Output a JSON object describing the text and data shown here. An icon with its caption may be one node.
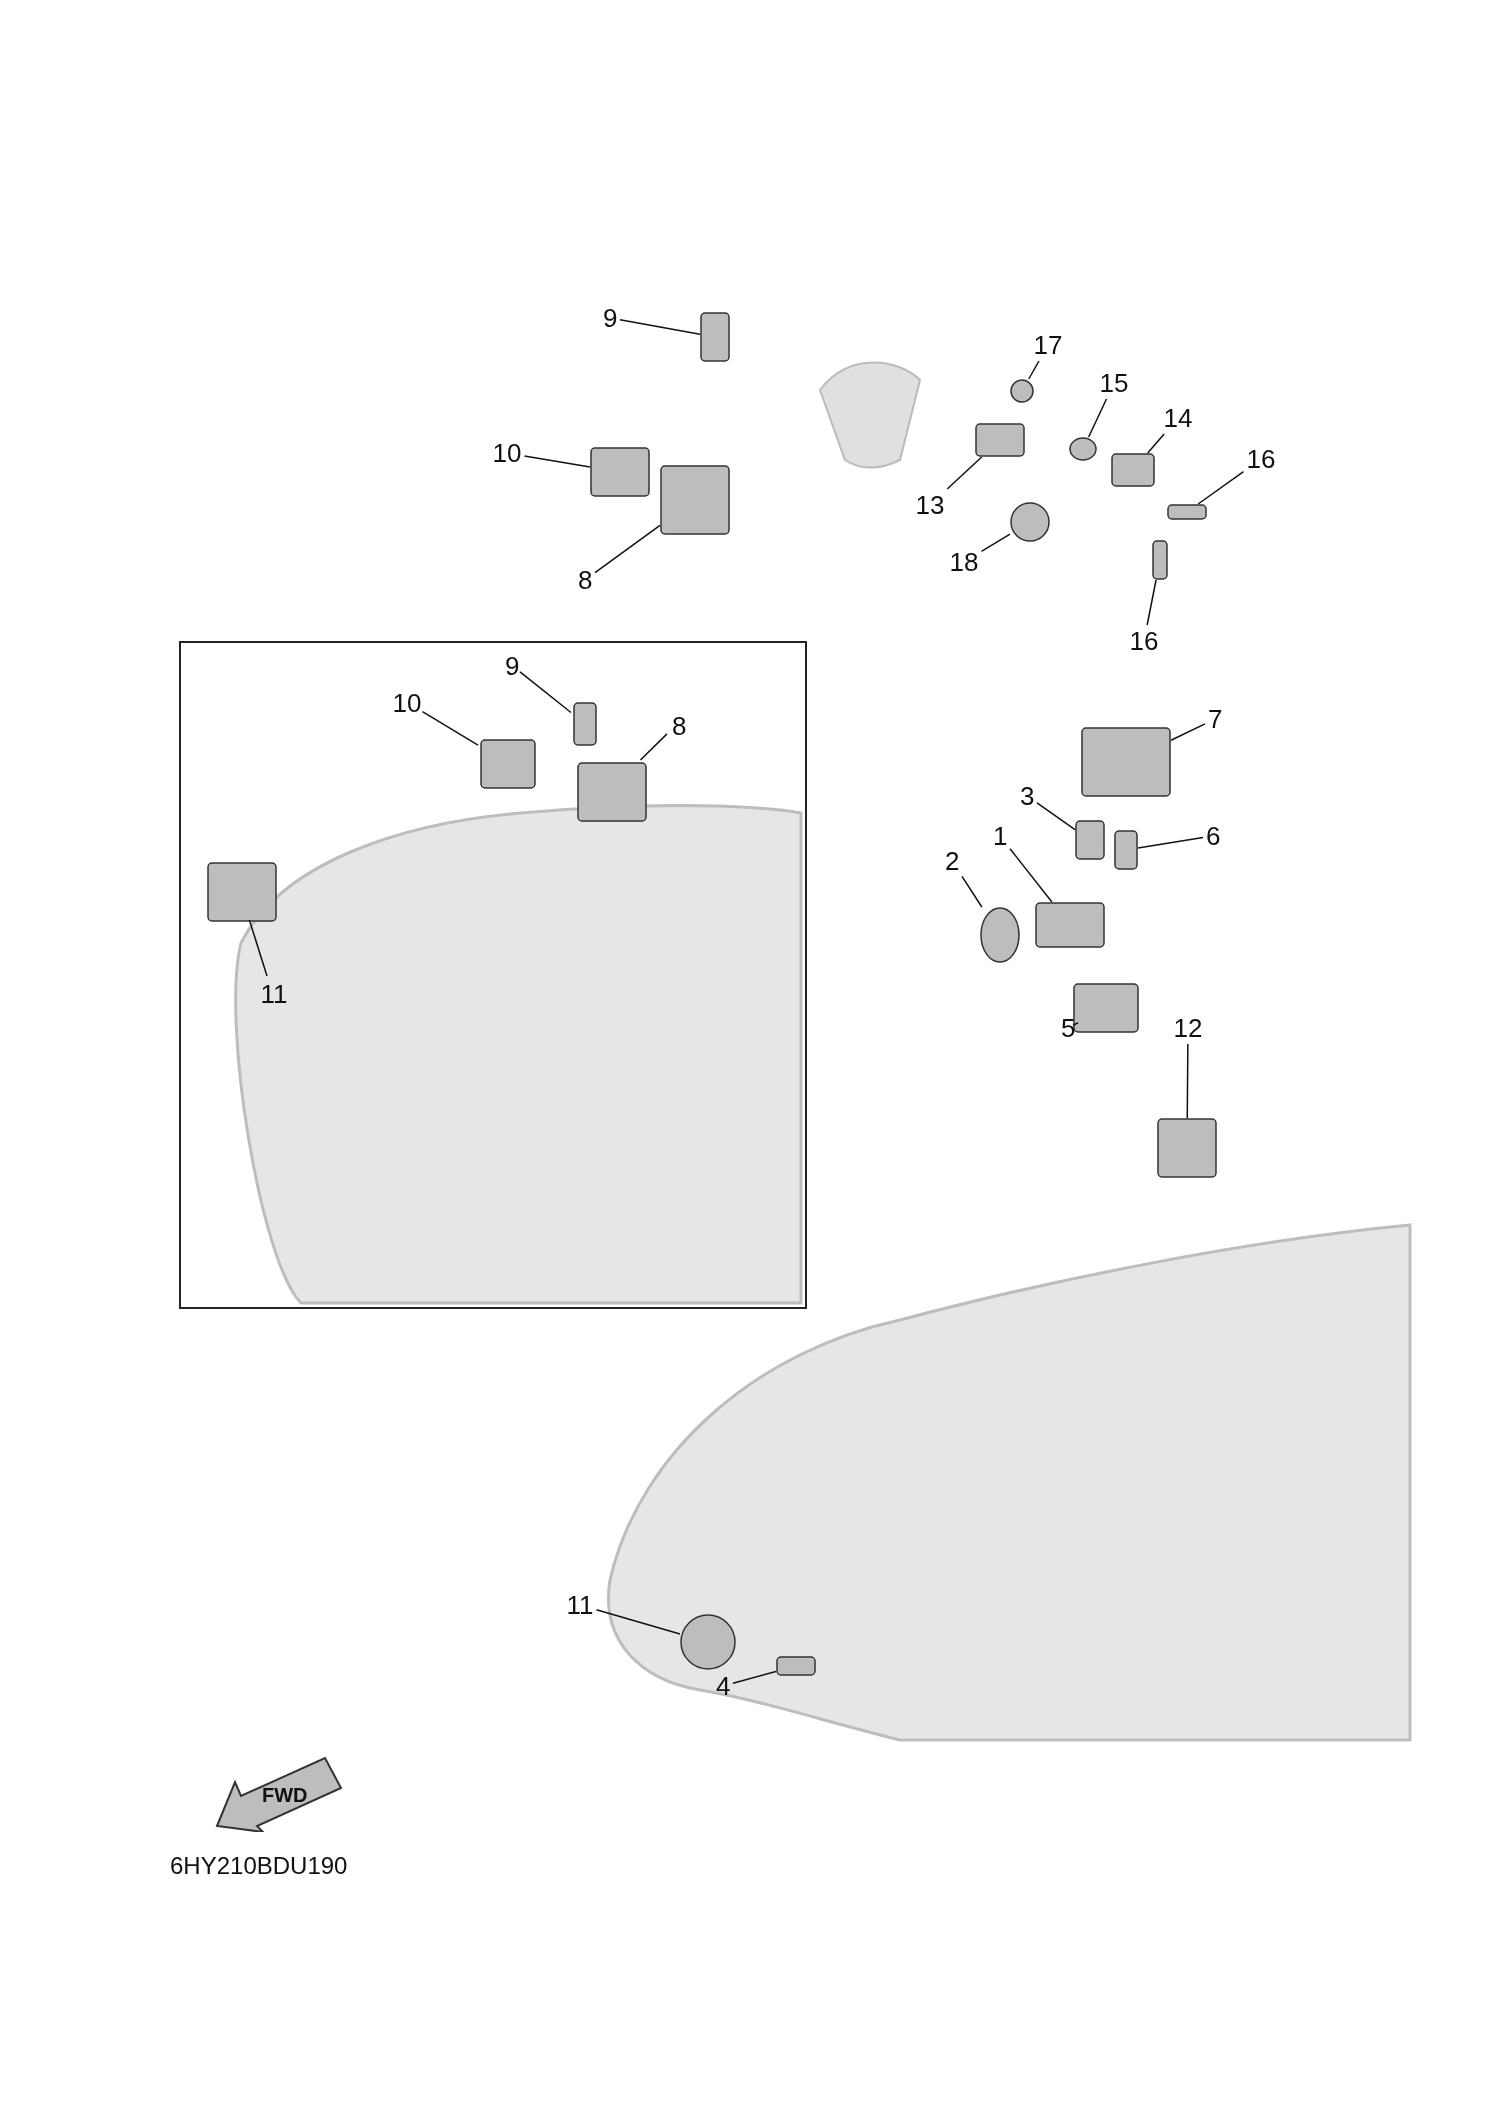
{
  "diagram": {
    "nodes": [
      {
        "text": [
          "9"
        ]
      },
      {
        "text": [],
        "shape": "box"
      },
      {
        "text": [
          "10"
        ]
      },
      {
        "text": [],
        "shape": "box"
      },
      {
        "text": [
          "8"
        ]
      },
      {
        "text": [],
        "shape": "box"
      },
      {
        "text": [
          "17"
        ]
      },
      {
        "text": [],
        "shape": "circle"
      },
      {
        "text": [
          "15"
        ]
      },
      {
        "text": [],
        "shape": "circle"
      },
      {
        "text": [
          "14"
        ]
      },
      {
        "text": [],
        "shape": "box"
      },
      {
        "text": [
          "16"
        ]
      },
      {
        "text": [],
        "shape": "box"
      },
      {
        "text": [
          "13"
        ]
      },
      {
        "text": [],
        "shape": "box"
      },
      {
        "text": [
          "18"
        ]
      },
      {
        "text": [],
        "shape": "circle"
      },
      {
        "text": [
          "16"
        ]
      },
      {
        "text": [],
        "shape": "box"
      },
      {
        "text": [],
        "shape": "box"
      },
      {
        "text": [
          "9"
        ],
        "in": 20
      },
      {
        "text": [],
        "shape": "box",
        "in": 20
      },
      {
        "text": [
          "10"
        ],
        "in": 20
      },
      {
        "text": [],
        "shape": "box",
        "in": 20
      },
      {
        "text": [
          "8"
        ],
        "in": 20
      },
      {
        "text": [],
        "shape": "box",
        "in": 20
      },
      {
        "text": [
          "11"
        ],
        "in": 20
      },
      {
        "text": [],
        "shape": "box",
        "in": 20
      },
      {
        "text": [
          "7"
        ]
      },
      {
        "text": [],
        "shape": "box"
      },
      {
        "text": [
          "3"
        ]
      },
      {
        "text": [],
        "shape": "box"
      },
      {
        "text": [
          "6"
        ]
      },
      {
        "text": [],
        "shape": "box"
      },
      {
        "text": [
          "1"
        ]
      },
      {
        "text": [],
        "shape": "box"
      },
      {
        "text": [
          "2"
        ]
      },
      {
        "text": [],
        "shape": "circle"
      },
      {
        "text": [
          "5"
        ]
      },
      {
        "text": [],
        "shape": "box"
      },
      {
        "text": [
          "12"
        ]
      },
      {
        "text": [],
        "shape": "box"
      },
      {
        "text": [
          "11"
        ]
      },
      {
        "text": [],
        "shape": "circle"
      },
      {
        "text": [
          "4"
        ]
      },
      {
        "text": [],
        "shape": "box"
      }
    ],
    "edges": [
      {
        "from": 0,
        "to": 1,
        "arrow": "none"
      },
      {
        "from": 2,
        "to": 3,
        "arrow": "none"
      },
      {
        "from": 4,
        "to": 5,
        "arrow": "none"
      },
      {
        "from": 6,
        "to": 7,
        "arrow": "none"
      },
      {
        "from": 8,
        "to": 9,
        "arrow": "none"
      },
      {
        "from": 10,
        "to": 11,
        "arrow": "none"
      },
      {
        "from": 12,
        "to": 13,
        "arrow": "none"
      },
      {
        "from": 14,
        "to": 15,
        "arrow": "none"
      },
      {
        "from": 16,
        "to": 17,
        "arrow": "none"
      },
      {
        "from": 18,
        "to": 19,
        "arrow": "none"
      },
      {
        "from": 21,
        "to": 22,
        "arrow": "none"
      },
      {
        "from": 23,
        "to": 24,
        "arrow": "none"
      },
      {
        "from": 25,
        "to": 26,
        "arrow": "none"
      },
      {
        "from": 27,
        "to": 28,
        "arrow": "none"
      },
      {
        "from": 29,
        "to": 30,
        "arrow": "none"
      },
      {
        "from": 31,
        "to": 32,
        "arrow": "none"
      },
      {
        "from": 33,
        "to": 34,
        "arrow": "none"
      },
      {
        "from": 35,
        "to": 36,
        "arrow": "none"
      },
      {
        "from": 37,
        "to": 38,
        "arrow": "none"
      },
      {
        "from": 39,
        "to": 40,
        "arrow": "none"
      },
      {
        "from": 41,
        "to": 42,
        "arrow": "none"
      },
      {
        "from": 43,
        "to": 44,
        "arrow": "none"
      },
      {
        "from": 45,
        "to": 46,
        "arrow": "none"
      }
    ],
    "labels": [
      "FWD",
      "6HY210BDU190"
    ]
  }
}
